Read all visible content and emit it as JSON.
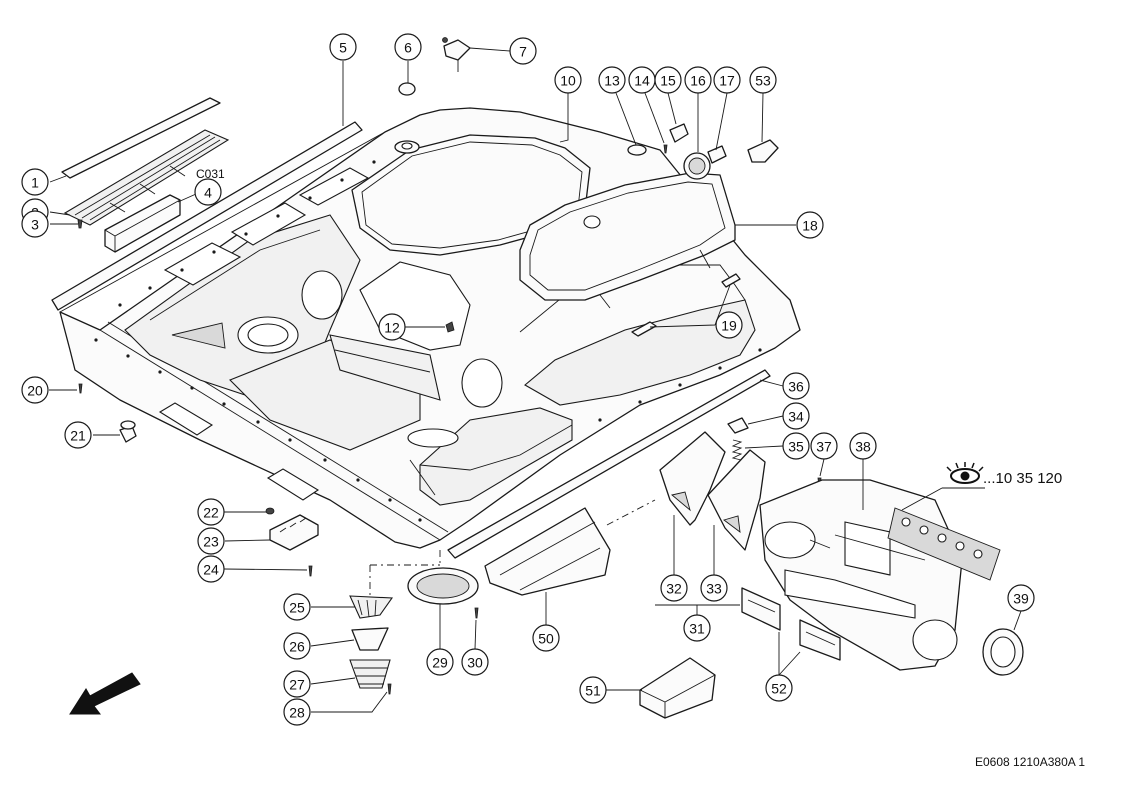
{
  "callouts": [
    {
      "id": "1",
      "label": "1"
    },
    {
      "id": "2",
      "label": "2"
    },
    {
      "id": "3",
      "label": "3"
    },
    {
      "id": "4",
      "label": "4"
    },
    {
      "id": "5",
      "label": "5"
    },
    {
      "id": "6",
      "label": "6"
    },
    {
      "id": "7",
      "label": "7"
    },
    {
      "id": "10",
      "label": "10"
    },
    {
      "id": "12",
      "label": "12"
    },
    {
      "id": "13",
      "label": "13"
    },
    {
      "id": "14",
      "label": "14"
    },
    {
      "id": "15",
      "label": "15"
    },
    {
      "id": "16",
      "label": "16"
    },
    {
      "id": "17",
      "label": "17"
    },
    {
      "id": "53",
      "label": "53"
    },
    {
      "id": "18",
      "label": "18"
    },
    {
      "id": "19",
      "label": "19"
    },
    {
      "id": "20",
      "label": "20"
    },
    {
      "id": "21",
      "label": "21"
    },
    {
      "id": "22",
      "label": "22"
    },
    {
      "id": "23",
      "label": "23"
    },
    {
      "id": "24",
      "label": "24"
    },
    {
      "id": "25",
      "label": "25"
    },
    {
      "id": "26",
      "label": "26"
    },
    {
      "id": "27",
      "label": "27"
    },
    {
      "id": "28",
      "label": "28"
    },
    {
      "id": "29",
      "label": "29"
    },
    {
      "id": "30",
      "label": "30"
    },
    {
      "id": "31",
      "label": "31"
    },
    {
      "id": "32",
      "label": "32"
    },
    {
      "id": "33",
      "label": "33"
    },
    {
      "id": "34",
      "label": "34"
    },
    {
      "id": "35",
      "label": "35"
    },
    {
      "id": "36",
      "label": "36"
    },
    {
      "id": "37",
      "label": "37"
    },
    {
      "id": "38",
      "label": "38"
    },
    {
      "id": "39",
      "label": "39"
    },
    {
      "id": "50",
      "label": "50"
    },
    {
      "id": "51",
      "label": "51"
    },
    {
      "id": "52",
      "label": "52"
    }
  ],
  "labels": {
    "c031": "C031",
    "see_reference": "...10 35 120",
    "drawing_code": "E0608 1210A380A 1"
  },
  "icons": {
    "eye": "eye-icon",
    "direction_arrow": "direction-arrow-icon"
  }
}
